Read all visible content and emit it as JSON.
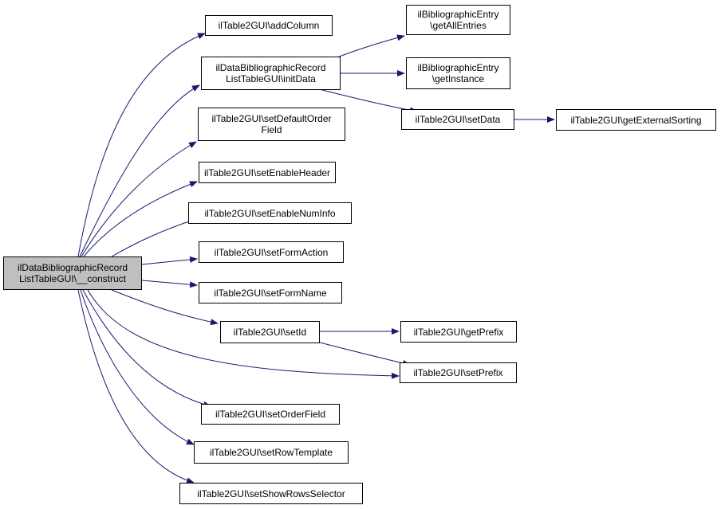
{
  "colors": {
    "edge": "#191970",
    "root_fill": "#bfbfbf",
    "node_fill": "#ffffff",
    "border": "#000000"
  },
  "nodes": {
    "root": {
      "label": "ilDataBibliographicRecord\nListTableGUI\\__construct"
    },
    "addColumn": {
      "label": "ilTable2GUI\\addColumn"
    },
    "initData": {
      "label": "ilDataBibliographicRecord\nListTableGUI\\initData"
    },
    "setDefaultOrder": {
      "label": "ilTable2GUI\\setDefaultOrder\nField"
    },
    "setEnableHeader": {
      "label": "ilTable2GUI\\setEnableHeader"
    },
    "setEnableNumInfo": {
      "label": "ilTable2GUI\\setEnableNumInfo"
    },
    "setFormAction": {
      "label": "ilTable2GUI\\setFormAction"
    },
    "setFormName": {
      "label": "ilTable2GUI\\setFormName"
    },
    "setId": {
      "label": "ilTable2GUI\\setId"
    },
    "setOrderField": {
      "label": "ilTable2GUI\\setOrderField"
    },
    "setRowTemplate": {
      "label": "ilTable2GUI\\setRowTemplate"
    },
    "setShowRows": {
      "label": "ilTable2GUI\\setShowRowsSelector"
    },
    "getAllEntries": {
      "label": "ilBibliographicEntry\n\\getAllEntries"
    },
    "getInstance": {
      "label": "ilBibliographicEntry\n\\getInstance"
    },
    "setData": {
      "label": "ilTable2GUI\\setData"
    },
    "getPrefix": {
      "label": "ilTable2GUI\\getPrefix"
    },
    "setPrefix": {
      "label": "ilTable2GUI\\setPrefix"
    },
    "getExtSorting": {
      "label": "ilTable2GUI\\getExternalSorting"
    }
  }
}
